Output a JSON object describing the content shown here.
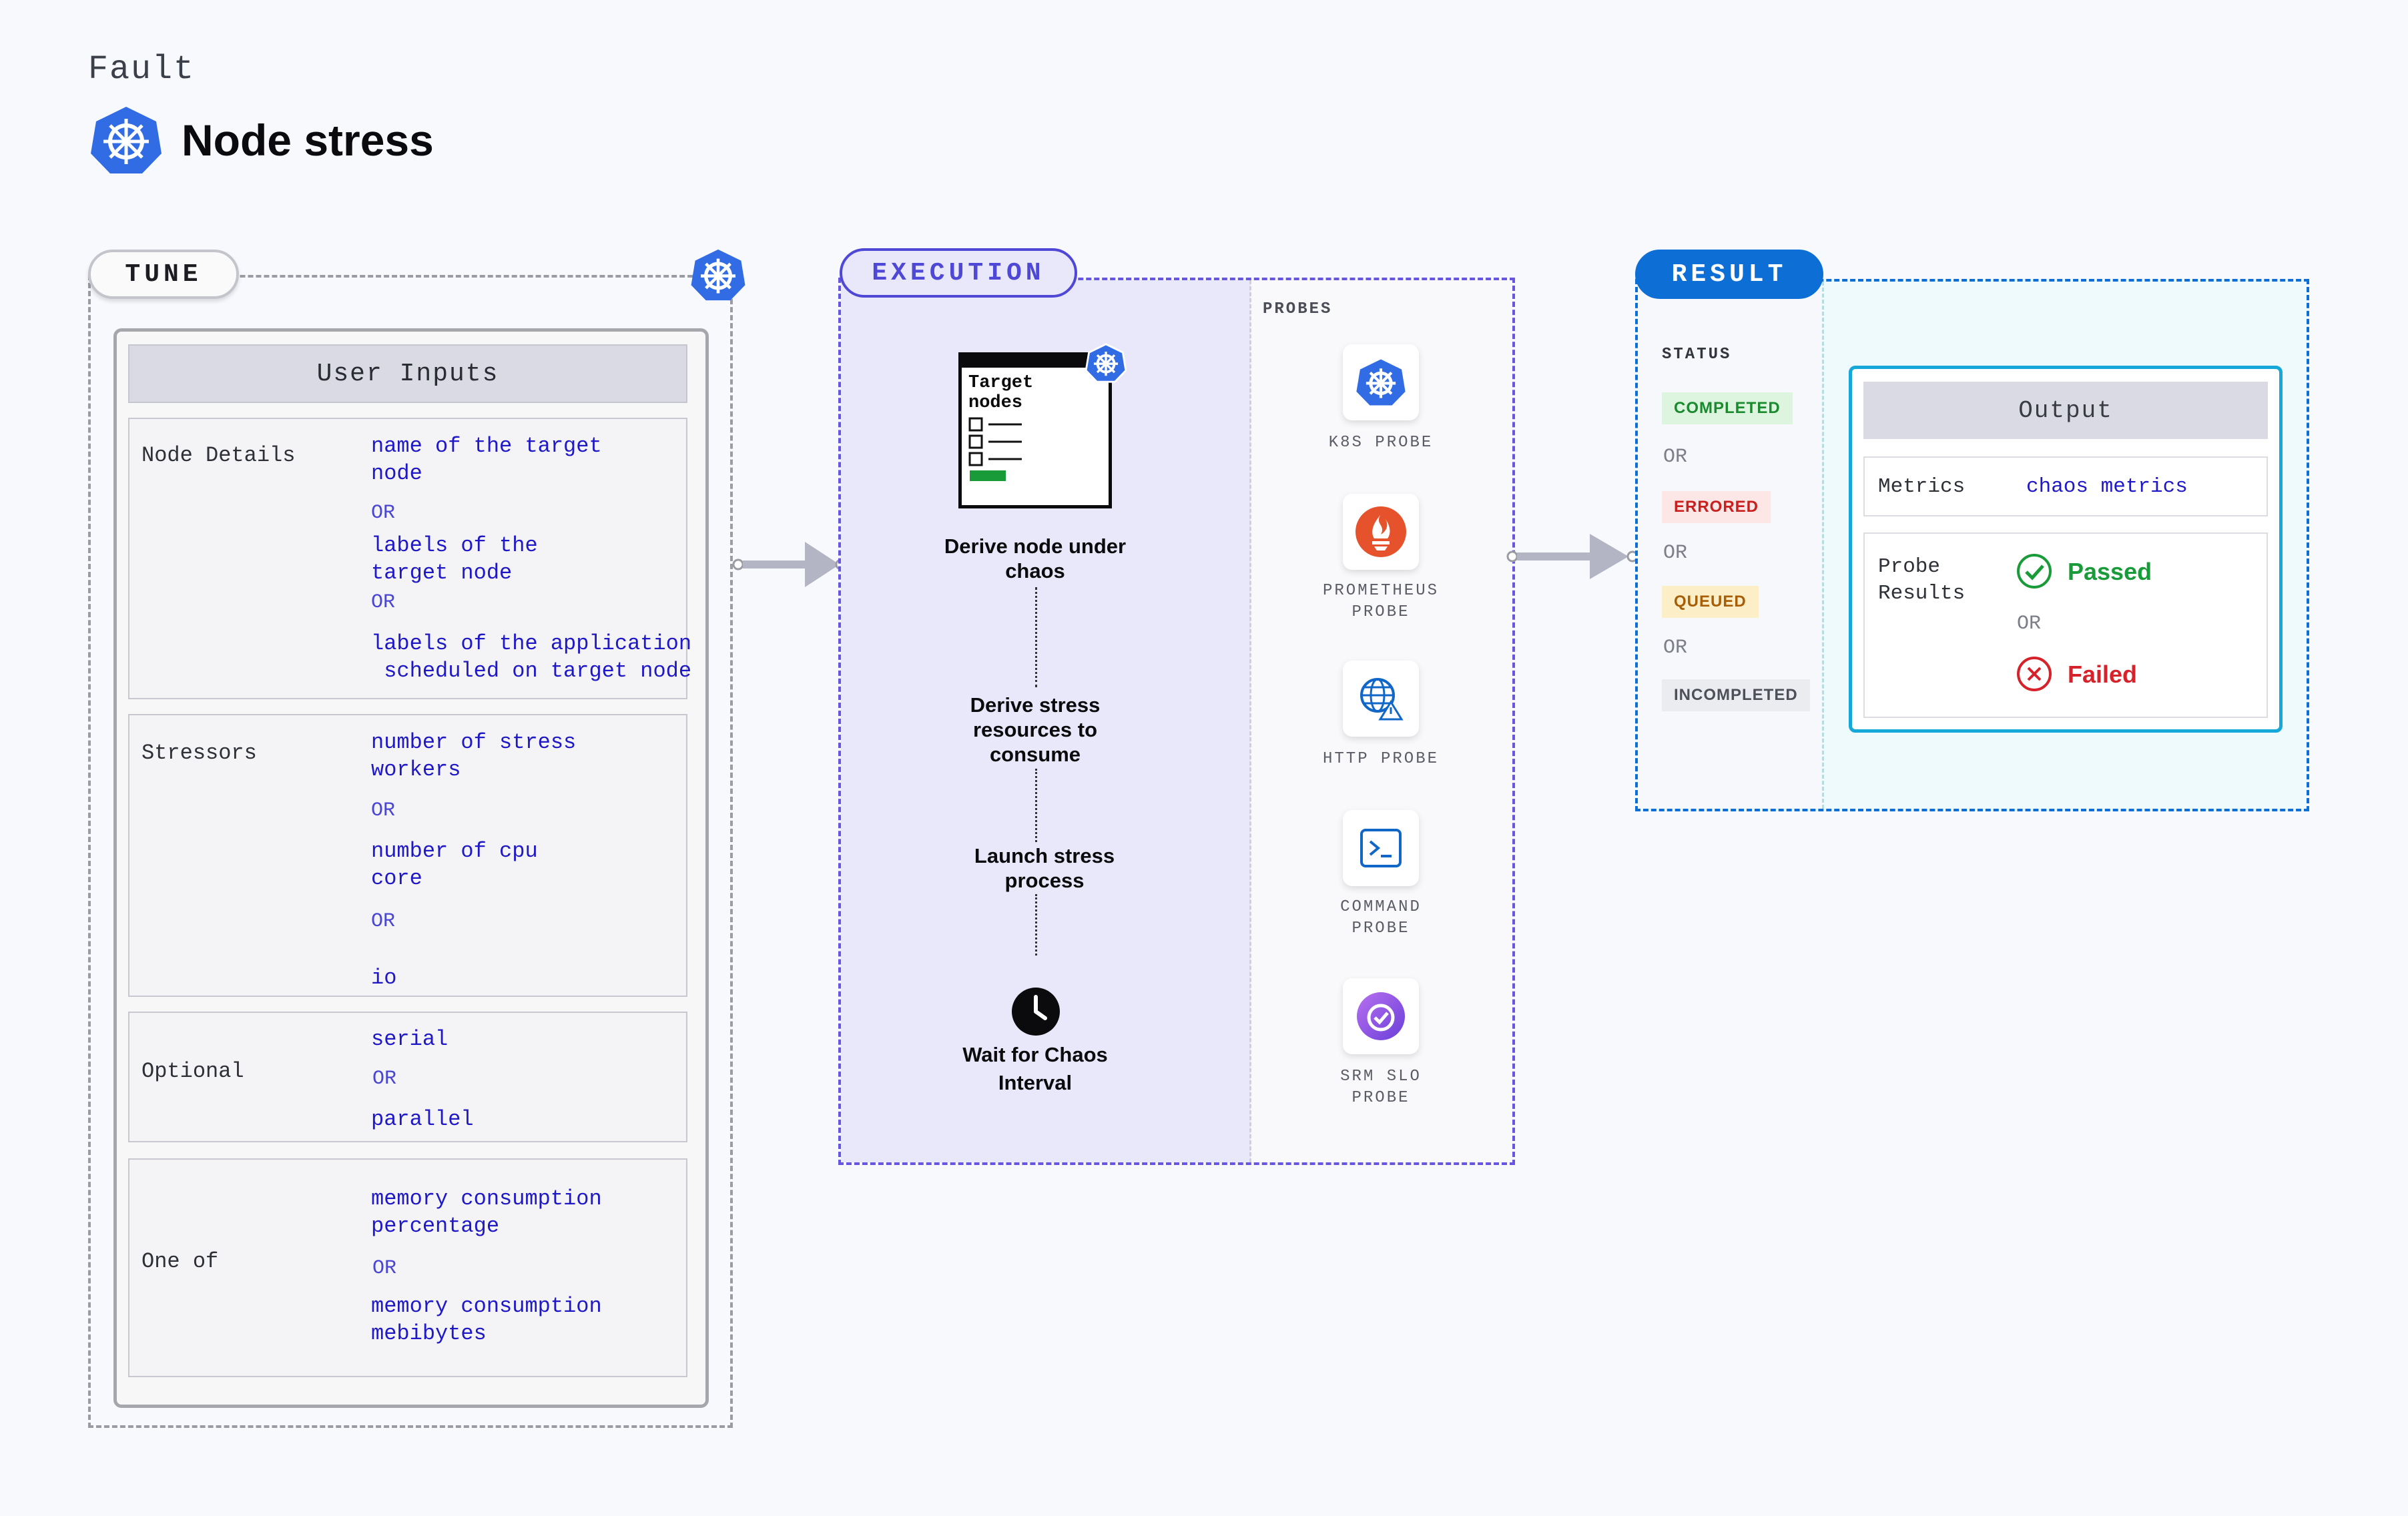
{
  "header": {
    "category": "Fault",
    "title": "Node stress"
  },
  "tune": {
    "label": "TUNE",
    "user_inputs_title": "User Inputs",
    "node_details": {
      "label": "Node Details",
      "v1": [
        "name of the target",
        "node"
      ],
      "or": "OR",
      "v2": [
        "labels of the",
        "target node"
      ],
      "v3": [
        "labels of the application",
        "scheduled on target node"
      ]
    },
    "stressors": {
      "label": "Stressors",
      "v1": [
        "number of stress",
        "workers"
      ],
      "or": "OR",
      "v2": [
        "number of cpu",
        "core"
      ],
      "v3": "io"
    },
    "optional": {
      "label": "Optional",
      "v1": "serial",
      "or": "OR",
      "v2": "parallel"
    },
    "one_of": {
      "label": "One of",
      "v1": [
        "memory consumption",
        "percentage"
      ],
      "or": "OR",
      "v2": [
        "memory consumption",
        "mebibytes"
      ]
    }
  },
  "execution": {
    "label": "EXECUTION",
    "target_card": [
      "Target",
      "nodes"
    ],
    "steps": [
      [
        "Derive node under",
        "chaos"
      ],
      [
        "Derive stress",
        "resources to",
        "consume"
      ],
      [
        "Launch stress",
        "process"
      ],
      [
        "Wait for Chaos",
        "Interval"
      ]
    ],
    "probes_title": "PROBES",
    "probes": [
      {
        "label": [
          "K8S PROBE"
        ],
        "icon": "kubernetes-icon"
      },
      {
        "label": [
          "PROMETHEUS",
          "PROBE"
        ],
        "icon": "prometheus-icon"
      },
      {
        "label": [
          "HTTP PROBE"
        ],
        "icon": "globe-icon"
      },
      {
        "label": [
          "COMMAND",
          "PROBE"
        ],
        "icon": "terminal-icon"
      },
      {
        "label": [
          "SRM SLO",
          "PROBE"
        ],
        "icon": "srm-icon"
      }
    ]
  },
  "result": {
    "label": "RESULT",
    "status_title": "STATUS",
    "statuses": [
      "COMPLETED",
      "ERRORED",
      "QUEUED",
      "INCOMPLETED"
    ],
    "or": "OR",
    "output_title": "Output",
    "metrics_label": "Metrics",
    "metrics_value": "chaos metrics",
    "probe_results_label": [
      "Probe",
      "Results"
    ],
    "passed": "Passed",
    "failed": "Failed"
  },
  "colors": {
    "tune_border": "#9a9ba3",
    "execution_accent": "#4f48d6",
    "result_accent": "#0d6fd6",
    "value_text": "#1f18c7",
    "passed": "#1a9b3a",
    "failed": "#d6222a",
    "kubernetes_blue": "#326ce5"
  }
}
